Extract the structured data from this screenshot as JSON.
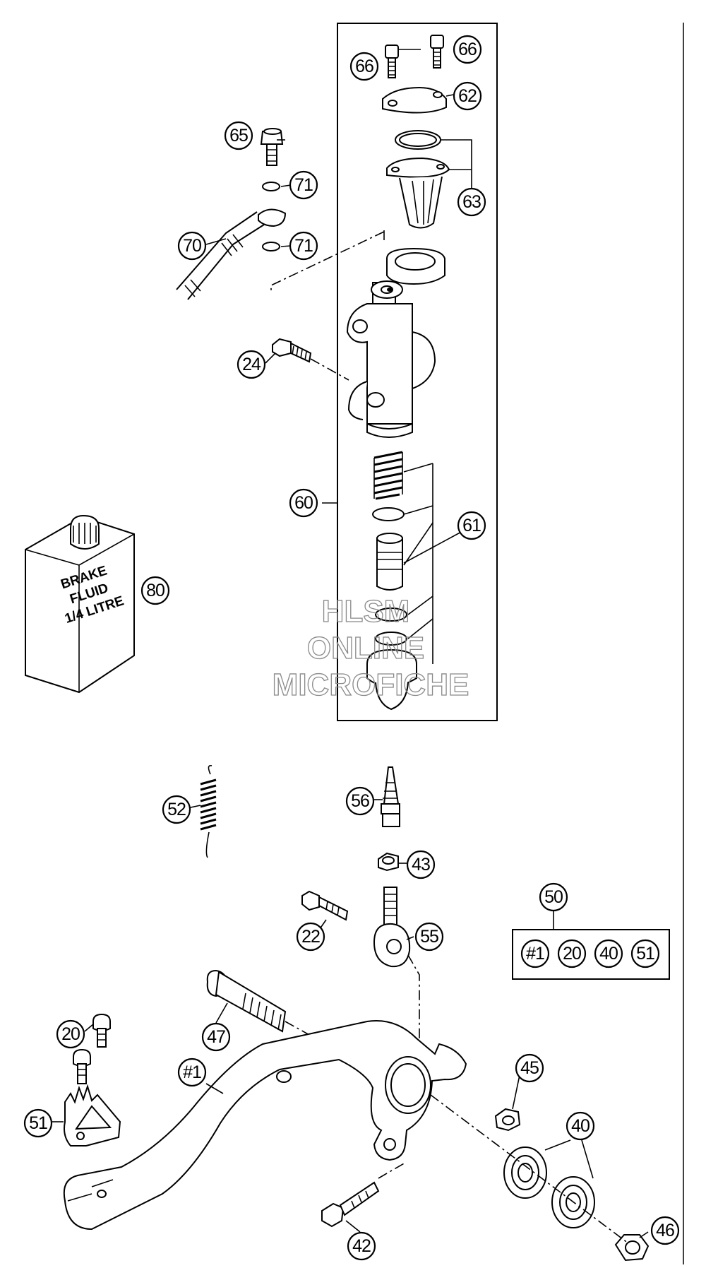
{
  "callouts": {
    "c66a": "66",
    "c66b": "66",
    "c62": "62",
    "c65": "65",
    "c71a": "71",
    "c63": "63",
    "c70": "70",
    "c71b": "71",
    "c24": "24",
    "c60": "60",
    "c61": "61",
    "c80": "80",
    "c52": "52",
    "c56": "56",
    "c43": "43",
    "c50": "50",
    "c22": "22",
    "c55": "55",
    "c47": "47",
    "c20a": "20",
    "c45": "45",
    "c40a": "40",
    "c1a": "#1",
    "c51a": "51",
    "c42": "42",
    "c46": "46",
    "k1": "#1",
    "k20": "20",
    "k40": "40",
    "k51": "51"
  },
  "can_label": [
    "BRAKE",
    "FLUID",
    "1/4 LITRE"
  ],
  "watermark": [
    "HLSM",
    "ONLINE",
    "MICROFICHE"
  ]
}
